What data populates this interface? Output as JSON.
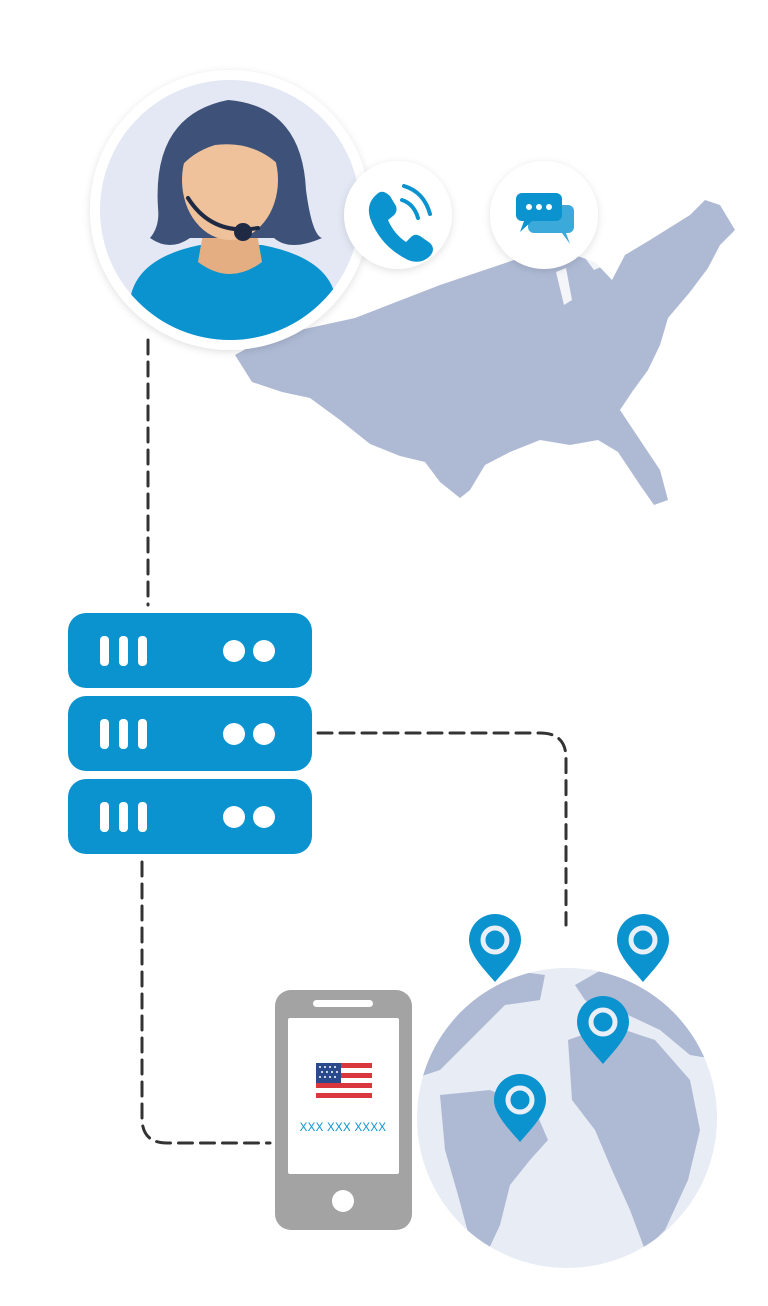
{
  "phone": {
    "number": "XXX XXX XXXX",
    "flag": "us-flag"
  },
  "colors": {
    "accent": "#0a93cf",
    "map": "#aebad4",
    "globe_land": "#aebad4",
    "globe_sea": "#e8ecf5",
    "phone_body": "#a3a3a3",
    "connector": "#333333",
    "skin": "#f0c29b",
    "hair": "#3e5279",
    "avatar_bg": "#e3e8f4"
  },
  "icons": {
    "agent": "call-center-agent-icon",
    "call": "phone-call-icon",
    "chat": "chat-bubbles-icon",
    "server": "server-rack-icon",
    "pin": "map-pin-icon"
  },
  "diagram": {
    "nodes": [
      "call-center-agent",
      "server",
      "mobile-phone",
      "globe"
    ],
    "connections": [
      [
        "call-center-agent",
        "server"
      ],
      [
        "server",
        "globe"
      ],
      [
        "server",
        "mobile-phone"
      ]
    ]
  }
}
